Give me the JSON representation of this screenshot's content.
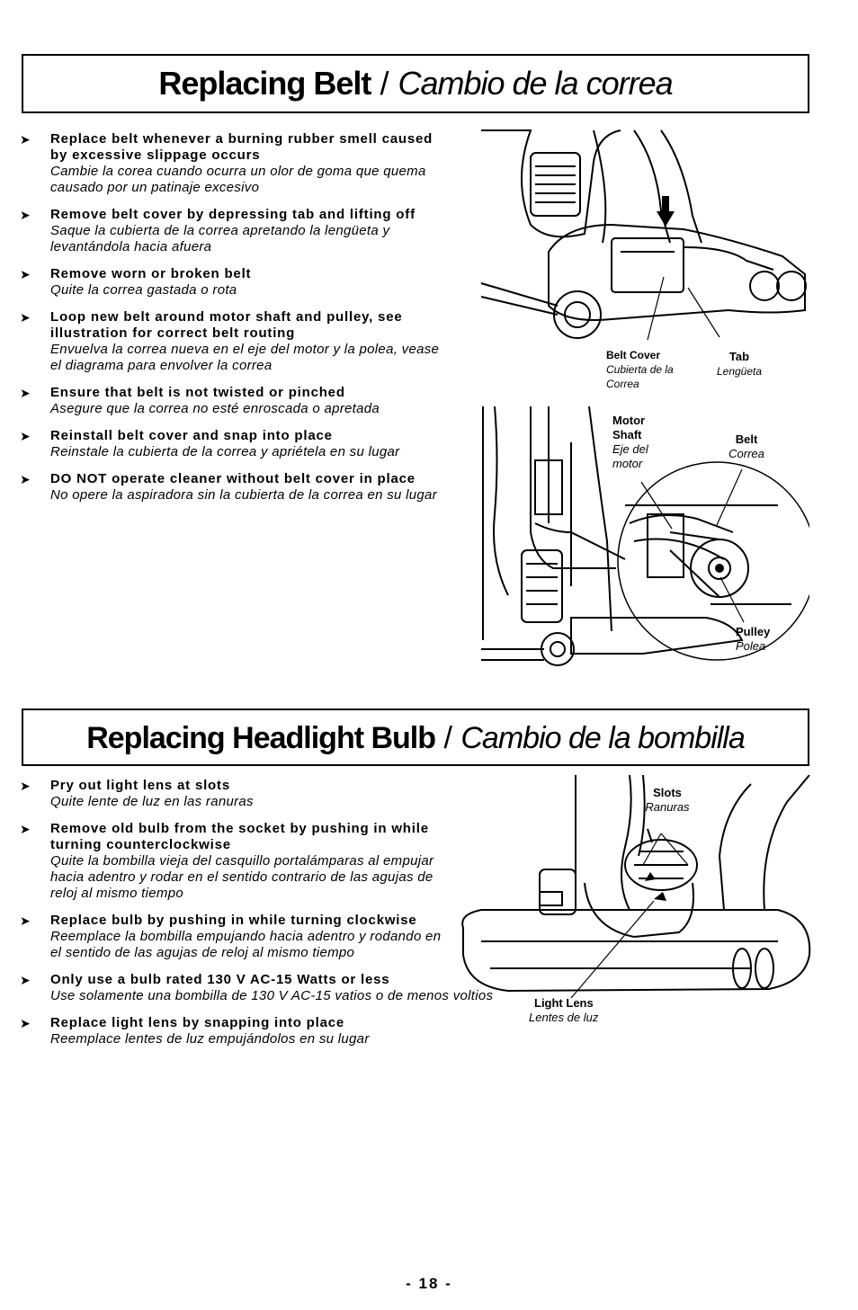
{
  "belt_section": {
    "title_en": "Replacing Belt",
    "title_sep": " / ",
    "title_es": "Cambio de la correa",
    "steps": [
      {
        "en": "Replace belt whenever a burning rubber smell caused by excessive slippage occurs",
        "es": "Cambie la corea cuando ocurra un olor de goma que quema causado por un patinaje excesivo"
      },
      {
        "en": "Remove belt cover by depressing tab and lifting off",
        "es": "Saque la cubierta de la correa apretando la lengüeta y levantándola hacia afuera"
      },
      {
        "en": "Remove worn or broken belt",
        "es": "Quite la correa gastada o rota"
      },
      {
        "en": "Loop new belt around motor shaft and pulley, see illustration for correct belt routing",
        "es": "Envuelva la correa nueva en el eje del motor y la polea, vease el diagrama para envolver la correa"
      },
      {
        "en": "Ensure that belt is not twisted or pinched",
        "es": "Asegure que la correa no esté enroscada o apretada"
      },
      {
        "en": "Reinstall belt cover and snap into place",
        "es": "Reinstale la cubierta de la correa y apriétela en su lugar"
      },
      {
        "en": "DO NOT operate cleaner without belt cover in place",
        "es": "No opere la aspiradora sin la cubierta de la correa en su lugar"
      }
    ],
    "figure1_labels": {
      "belt_cover_en": "Belt Cover",
      "belt_cover_es": "Cubierta de la Correa",
      "tab_en": "Tab",
      "tab_es": "Lengüeta"
    },
    "figure2_labels": {
      "motor_shaft_en": "Motor Shaft",
      "motor_shaft_es": "Eje del motor",
      "belt_en": "Belt",
      "belt_es": "Correa",
      "pulley_en": "Pulley",
      "pulley_es": "Polea"
    }
  },
  "bulb_section": {
    "title_en": "Replacing Headlight Bulb",
    "title_sep": " / ",
    "title_es": "Cambio de la bombilla",
    "steps": [
      {
        "en": "Pry out light lens at slots",
        "es": "Quite lente de luz en las ranuras"
      },
      {
        "en": "Remove old bulb from the socket by pushing in while turning counterclockwise",
        "es": "Quite la bombilla vieja del casquillo portalámparas al empujar hacia adentro y rodar en el sentido contrario de las agujas de reloj al mismo tiempo"
      },
      {
        "en": "Replace bulb by pushing in while turning clockwise",
        "es": "Reemplace la bombilla empujando hacia adentro y rodando en el sentido de las agujas de reloj al mismo tiempo"
      },
      {
        "en": "Only use a bulb rated 130 V AC-15 Watts or less",
        "es": "Use solamente una bombilla de 130 V AC-15 vatios o de menos voltios"
      },
      {
        "en": "Replace light lens by snapping into place",
        "es": "Reemplace lentes de luz empujándolos en su lugar"
      }
    ],
    "figure_labels": {
      "slots_en": "Slots",
      "slots_es": "Ranuras",
      "light_lens_en": "Light Lens",
      "light_lens_es": "Lentes de luz"
    }
  },
  "step_marker": "➤",
  "page_number": "- 18 -"
}
